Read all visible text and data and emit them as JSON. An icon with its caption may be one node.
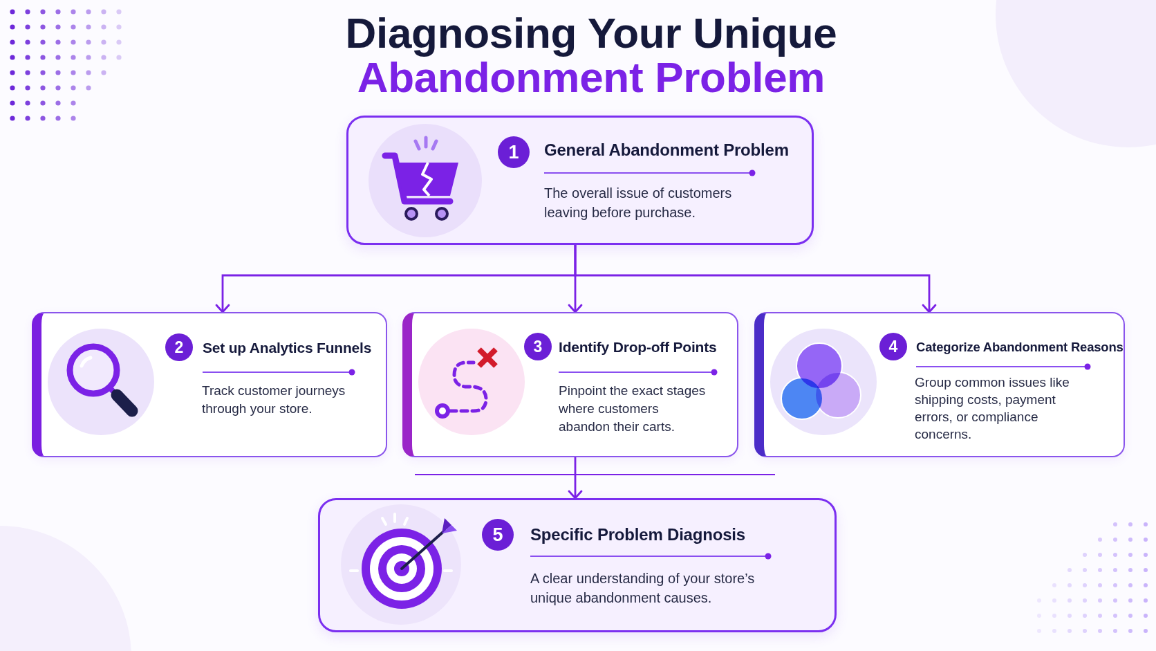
{
  "diagram": {
    "title": "Diagnosing Your Unique Abandonment Problem",
    "nodes": [
      {
        "text": [
          "1",
          "General Abandonment Problem",
          "The overall issue of customers leaving before purchase."
        ]
      },
      {
        "text": [
          "2",
          "Set up Analytics Funnels",
          "Track customer journeys through your store."
        ]
      },
      {
        "text": [
          "3",
          "Identify Drop-off Points",
          "Pinpoint the exact stages where customers abandon their carts."
        ]
      },
      {
        "text": [
          "4",
          "Categorize Abandonment Reasons",
          "Group common issues like shipping costs, payment errors, or compliance concerns."
        ]
      },
      {
        "text": [
          "5",
          "Specific Problem Diagnosis",
          "A clear understanding of your store’s unique abandonment causes."
        ]
      }
    ],
    "edges": [
      {
        "from": 0,
        "to": 1,
        "arrow": "to"
      },
      {
        "from": 0,
        "to": 2,
        "arrow": "to"
      },
      {
        "from": 0,
        "to": 3,
        "arrow": "to"
      },
      {
        "from": 2,
        "to": 4,
        "arrow": "to"
      }
    ]
  }
}
